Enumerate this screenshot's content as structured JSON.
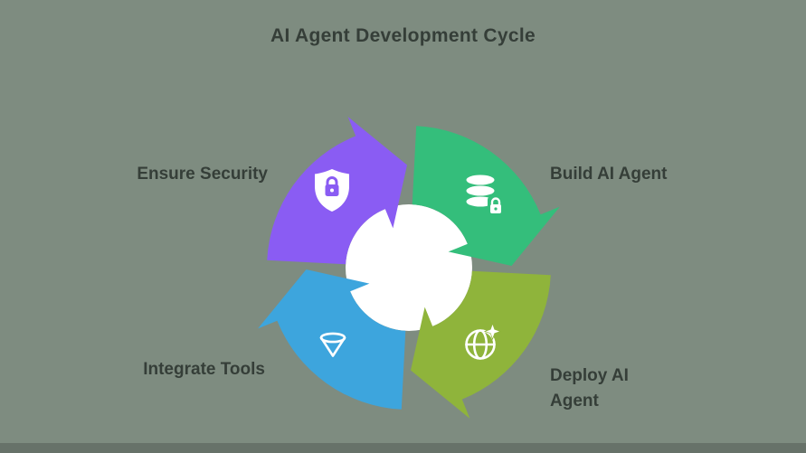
{
  "page": {
    "title": "AI Agent Development Cycle",
    "background_color": "#7E8C80",
    "text_color": "#353E38"
  },
  "diagram": {
    "type": "cycle",
    "direction": "clockwise",
    "hole_color": "#FFFFFF",
    "icon_color": "#FFFFFF",
    "segments": [
      {
        "id": "ensure-security",
        "label": "Ensure Security",
        "color": "#8A5CF3",
        "icon": "shield-lock-icon",
        "position": "top-left"
      },
      {
        "id": "build-ai-agent",
        "label": "Build AI Agent",
        "color": "#34BE7B",
        "icon": "database-lock-icon",
        "position": "top-right"
      },
      {
        "id": "deploy-ai-agent",
        "label": "Deploy AI Agent",
        "color": "#8FB43B",
        "icon": "globe-sparkle-icon",
        "position": "bottom-right"
      },
      {
        "id": "integrate-tools",
        "label": "Integrate Tools",
        "color": "#3DA5DD",
        "icon": "funnel-icon",
        "position": "bottom-left"
      }
    ]
  }
}
